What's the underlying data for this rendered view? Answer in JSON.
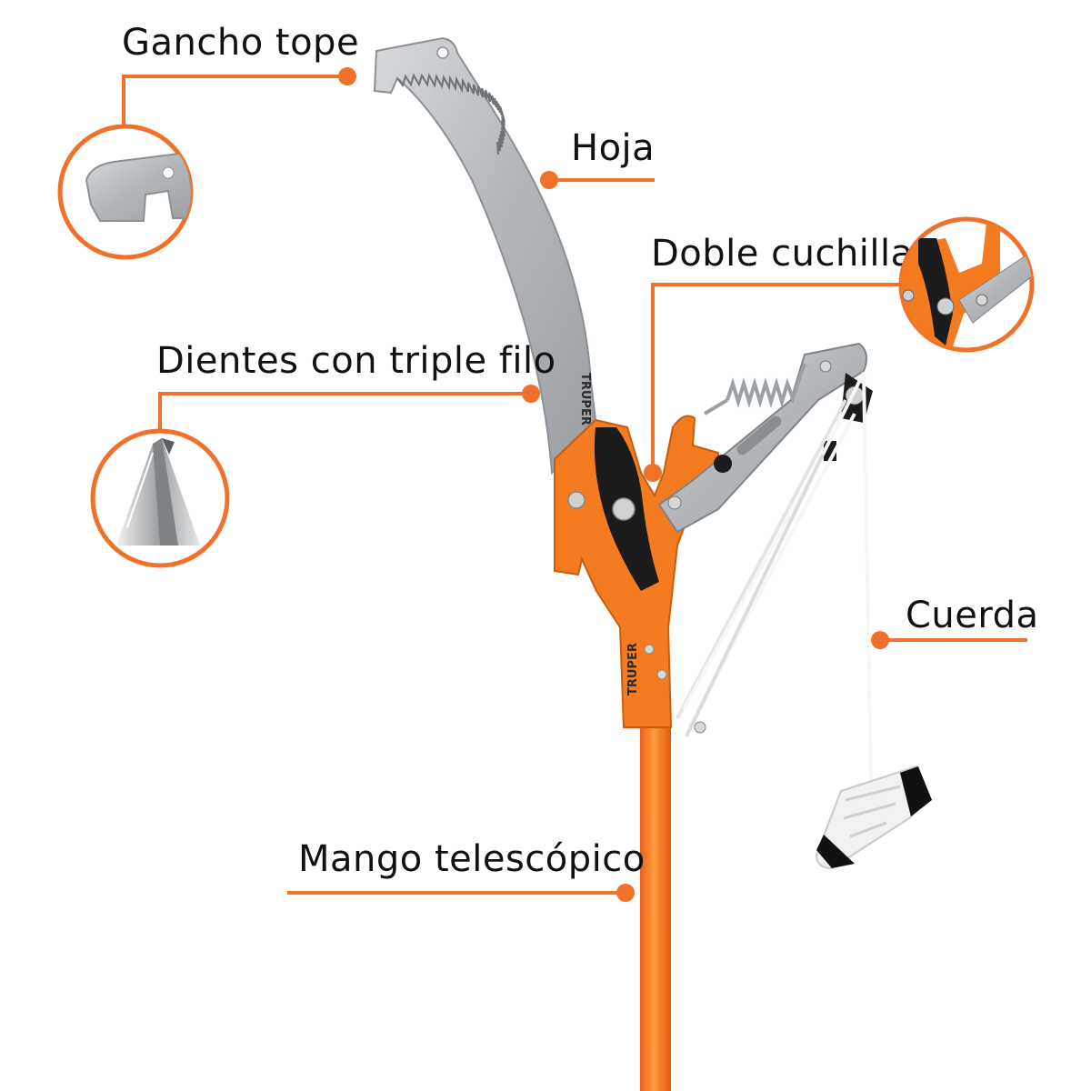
{
  "callouts": {
    "hook": "Gancho tope",
    "blade": "Hoja",
    "double_blade": "Doble cuchilla",
    "teeth": "Dientes con triple filo",
    "rope": "Cuerda",
    "handle": "Mango telescópico"
  },
  "brand": {
    "blade_logo": "TRUPER",
    "sleeve_logo": "TRUPER"
  },
  "colors": {
    "accent": "#f0722a",
    "steel": "#b9bcbf",
    "steel_dark": "#8e9296",
    "black": "#1b1b1b",
    "text": "#111111"
  },
  "icons": [
    "hook-detail-icon",
    "double-blade-detail-icon",
    "tooth-detail-icon"
  ]
}
